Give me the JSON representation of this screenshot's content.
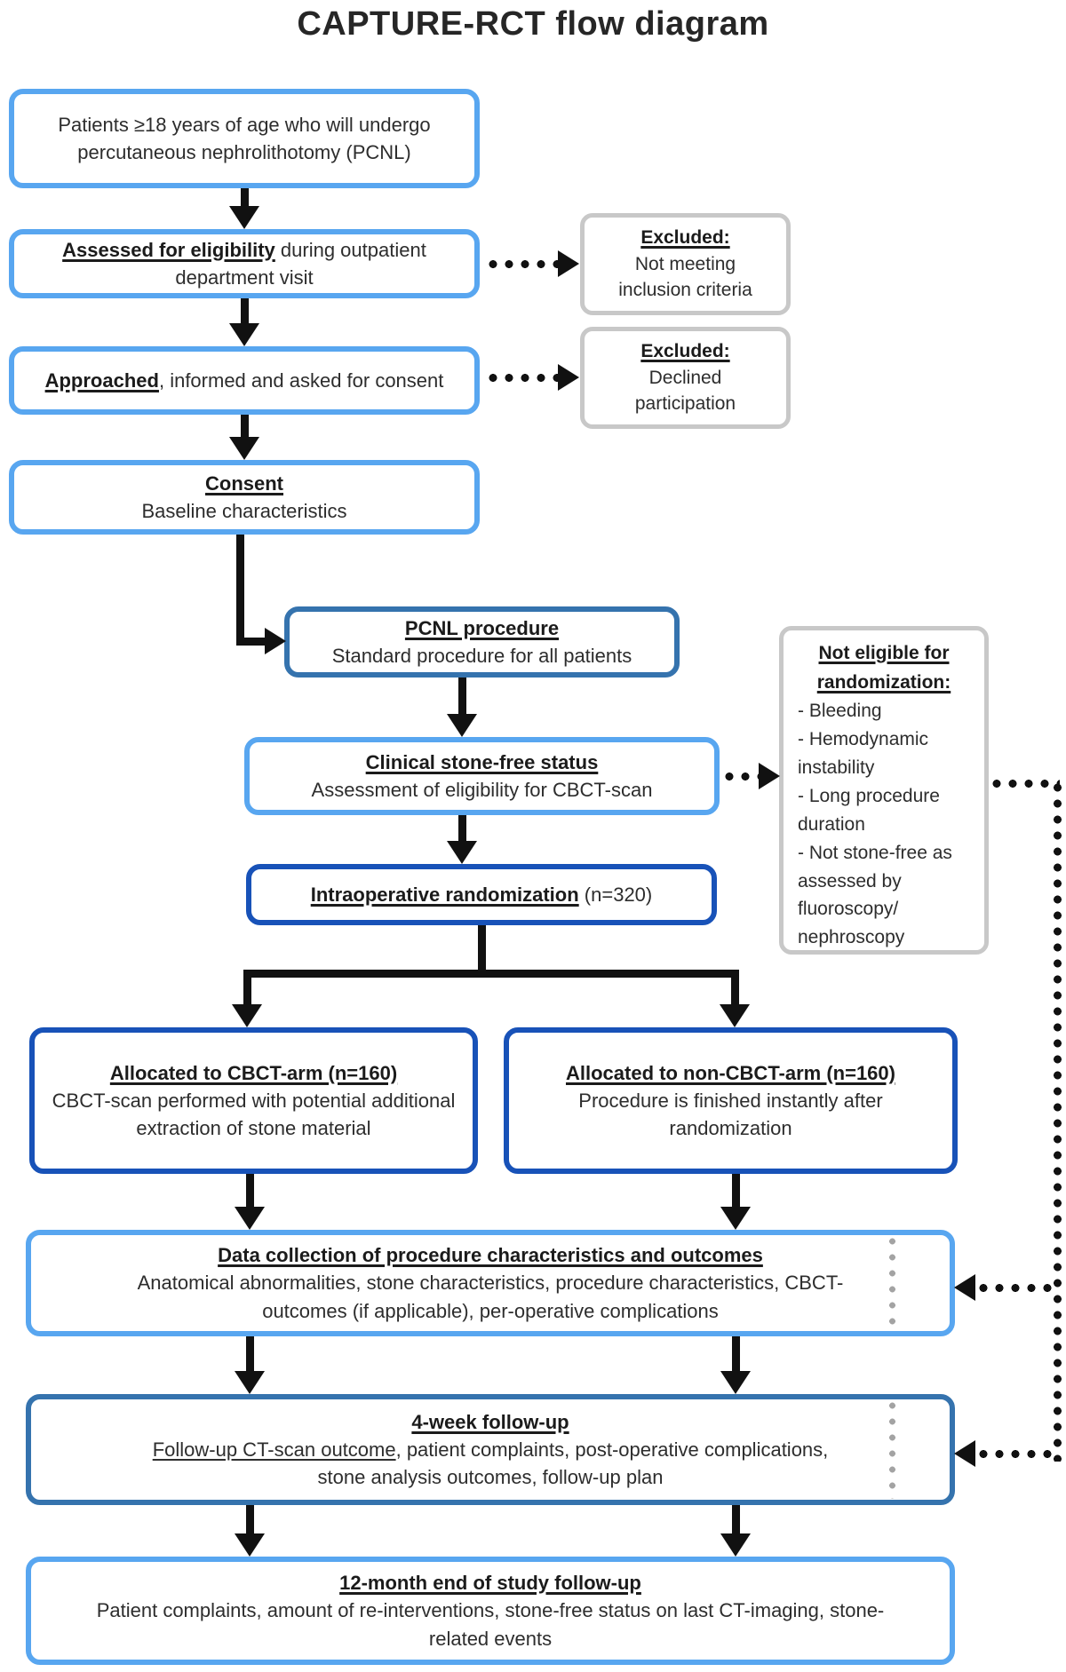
{
  "title": "CAPTURE-RCT flow diagram",
  "colors": {
    "light_blue": "#58a6f0",
    "mid_blue": "#3573ae",
    "royal_blue": "#1852b8",
    "box_gray": "#c8c8c8",
    "arrow_black": "#111111",
    "dot_gray": "#a3a3a3"
  },
  "boxes": {
    "patients": {
      "text": "Patients ≥18 years of age who will undergo percutaneous nephrolithotomy (PCNL)"
    },
    "eligibility": {
      "title": "Assessed for eligibility",
      "rest": " during outpatient department visit"
    },
    "excluded_inclusion": {
      "title": "Excluded:",
      "sub": "Not meeting inclusion criteria"
    },
    "approached": {
      "title": "Approached",
      "rest": ", informed and asked for consent"
    },
    "excluded_declined": {
      "title": "Excluded:",
      "sub": "Declined participation"
    },
    "consent": {
      "title": "Consent",
      "sub": "Baseline characteristics"
    },
    "pcnl": {
      "title": "PCNL procedure",
      "sub": "Standard procedure for all patients"
    },
    "clinical": {
      "title": "Clinical stone-free status",
      "sub": "Assessment of eligibility for CBCT-scan"
    },
    "not_eligible": {
      "title": "Not eligible for randomization:",
      "items": [
        "- Bleeding",
        "- Hemodynamic instability",
        "- Long procedure duration",
        "- Not stone-free as assessed by fluoroscopy/ nephroscopy"
      ]
    },
    "randomization": {
      "title": "Intraoperative randomization",
      "rest": " (n=320)"
    },
    "cbct_arm": {
      "title": "Allocated to CBCT-arm (n=160)",
      "sub": "CBCT-scan performed with potential additional extraction of stone material"
    },
    "non_cbct_arm": {
      "title": "Allocated to non-CBCT-arm (n=160)",
      "sub": "Procedure is finished instantly after randomization"
    },
    "data_collection": {
      "title": "Data collection of procedure characteristics and outcomes",
      "sub": "Anatomical abnormalities, stone characteristics, procedure characteristics, CBCT-outcomes (if applicable), per-operative complications"
    },
    "four_week": {
      "title": "4-week follow-up",
      "sub_underlined": "Follow-up CT-scan outcome",
      "sub_rest": ", patient complaints, post-operative complications, stone analysis outcomes, follow-up plan"
    },
    "twelve_month": {
      "title": "12-month end of study follow-up",
      "sub": "Patient complaints, amount of re-interventions, stone-free status on last CT-imaging, stone-related events"
    }
  }
}
